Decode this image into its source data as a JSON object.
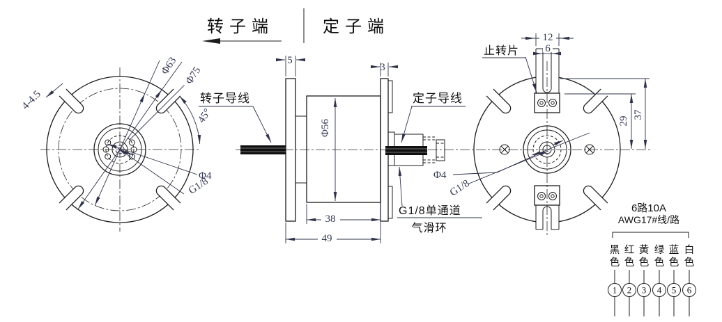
{
  "header": {
    "rotor_end": "转子端",
    "stator_end": "定子端"
  },
  "front_view": {
    "slot_count_size": "4-4.5",
    "bolt_circle_dia": "Φ63",
    "outer_dia": "Φ75",
    "slot_angle": "45°",
    "hole_dia": "Φ4",
    "port_thread": "G1/8"
  },
  "side_view": {
    "rotor_wire": "转子导线",
    "stator_wire": "定子导线",
    "port_note_line1": "G1/8单通道",
    "port_note_line2": "气滑环",
    "rotor_flange_thickness": "5",
    "stator_flange_thickness": "3",
    "body_dia": "Φ56",
    "body_length": "38",
    "total_length": "49"
  },
  "rear_view": {
    "stop_tab": "止转片",
    "tab_width": "12",
    "tab_slot_width": "6",
    "height_to_plate": "29",
    "height_to_rim": "37",
    "hole_dia": "Φ4",
    "port_thread": "G1/8"
  },
  "wiring": {
    "rating": "6路10A",
    "gauge": "AWG17#线/路",
    "wires": [
      {
        "color": "黑",
        "suffix": "色",
        "num": "1"
      },
      {
        "color": "红",
        "suffix": "色",
        "num": "2"
      },
      {
        "color": "黄",
        "suffix": "色",
        "num": "3"
      },
      {
        "color": "绿",
        "suffix": "色",
        "num": "4"
      },
      {
        "color": "蓝",
        "suffix": "色",
        "num": "5"
      },
      {
        "color": "白",
        "suffix": "色",
        "num": "6"
      }
    ]
  }
}
